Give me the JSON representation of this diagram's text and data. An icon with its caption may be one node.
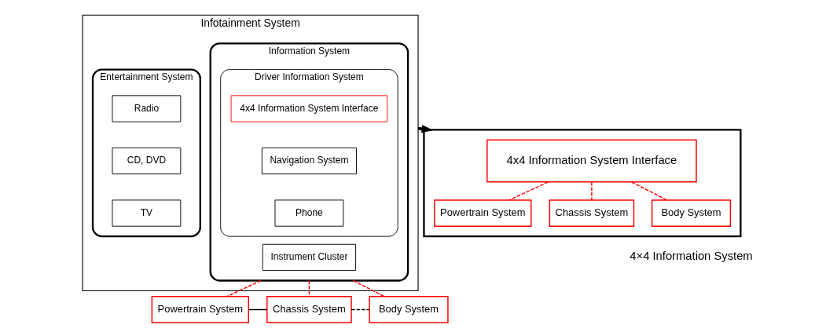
{
  "diagram": {
    "nodes": [
      {
        "text": [
          "Infotainment System"
        ]
      },
      {
        "text": [
          "Information System"
        ],
        "in": 0
      },
      {
        "text": [
          "Driver Information System"
        ],
        "in": 1
      },
      {
        "text": [
          "4x4 Information System Interface"
        ],
        "in": 2
      },
      {
        "text": [
          "Navigation System"
        ],
        "in": 2
      },
      {
        "text": [
          "Phone"
        ],
        "in": 2
      },
      {
        "text": [
          "Instrument Cluster"
        ],
        "in": 1
      },
      {
        "text": [
          "Entertainment System"
        ],
        "in": 0
      },
      {
        "text": [
          "Radio"
        ],
        "in": 7
      },
      {
        "text": [
          "CD, DVD"
        ],
        "in": 7
      },
      {
        "text": [
          "TV"
        ],
        "in": 7
      },
      {
        "text": [
          "Powertrain System"
        ]
      },
      {
        "text": [
          "Chassis System"
        ]
      },
      {
        "text": [
          "Body System"
        ]
      },
      {
        "text": [],
        "shape": "box",
        "beside": [
          "4×4 Information System"
        ]
      },
      {
        "text": [
          "4x4 Information System Interface"
        ],
        "in": 14
      },
      {
        "text": [
          "Powertrain System"
        ],
        "in": 14
      },
      {
        "text": [
          "Chassis System"
        ],
        "in": 14
      },
      {
        "text": [
          "Body System"
        ],
        "in": 14
      }
    ],
    "edges": [
      {
        "from": 1,
        "to": 11,
        "arrow": "none",
        "style": "dashed"
      },
      {
        "from": 1,
        "to": 12,
        "arrow": "none",
        "style": "dashed"
      },
      {
        "from": 1,
        "to": 13,
        "arrow": "none",
        "style": "dashed"
      },
      {
        "from": 11,
        "to": 12,
        "arrow": "none",
        "color": "#000000"
      },
      {
        "from": 12,
        "to": 13,
        "arrow": "none",
        "style": "dashed",
        "color": "#000000"
      },
      {
        "from": 0,
        "to": 14,
        "arrow": "to",
        "style": "thick",
        "color": "#000000"
      },
      {
        "from": 15,
        "to": 16,
        "arrow": "none",
        "style": "dashed"
      },
      {
        "from": 15,
        "to": 17,
        "arrow": "none",
        "style": "dashed"
      },
      {
        "from": 15,
        "to": 18,
        "arrow": "none",
        "style": "dashed"
      }
    ]
  }
}
